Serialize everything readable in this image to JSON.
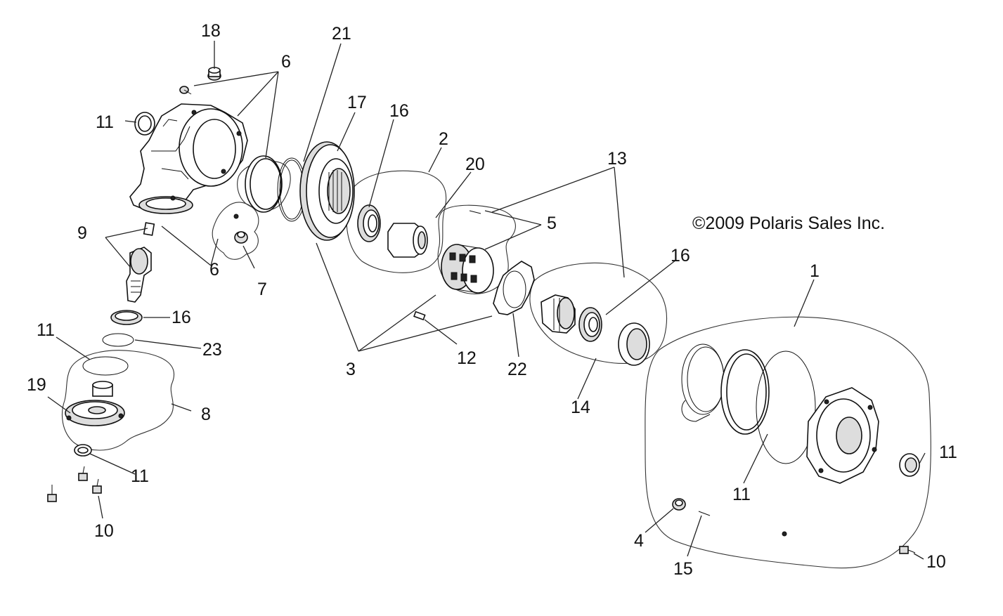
{
  "copyright": "©2009 Polaris Sales Inc.",
  "callouts": {
    "c1": "1",
    "c2": "2",
    "c3": "3",
    "c4": "4",
    "c5": "5",
    "c6a": "6",
    "c6b": "6",
    "c7": "7",
    "c8": "8",
    "c9": "9",
    "c10a": "10",
    "c10b": "10",
    "c11a": "11",
    "c11b": "11",
    "c11c": "11",
    "c11d": "11",
    "c11e": "11",
    "c12": "12",
    "c13": "13",
    "c14": "14",
    "c15": "15",
    "c16a": "16",
    "c16b": "16",
    "c16c": "16",
    "c17": "17",
    "c18": "18",
    "c19": "19",
    "c20": "20",
    "c21": "21",
    "c22": "22",
    "c23": "23"
  }
}
